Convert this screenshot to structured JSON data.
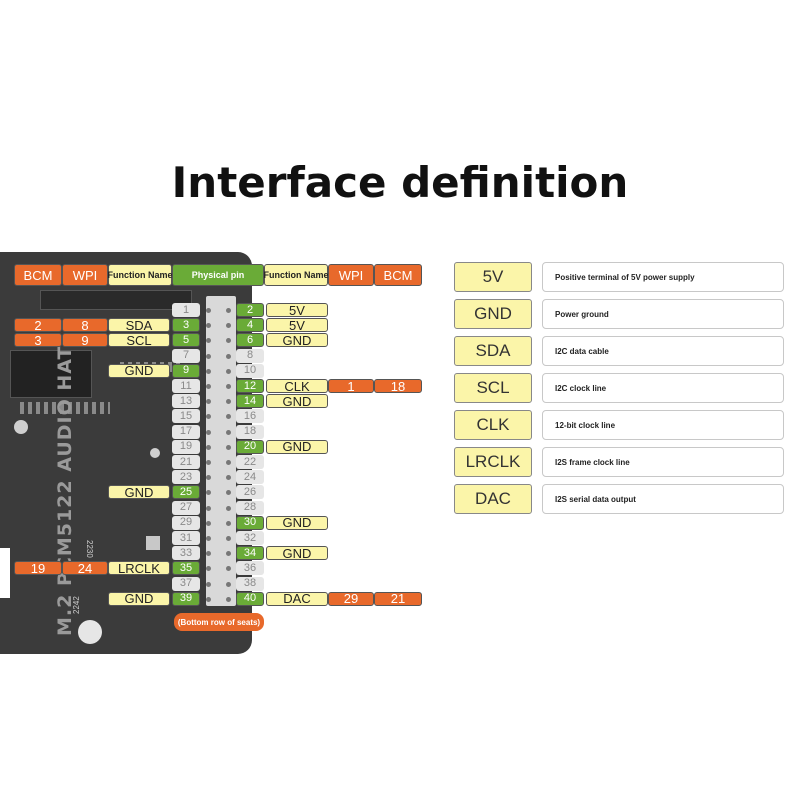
{
  "title": "Interface definition",
  "board_label": "M.2 PCM5122 AUDIO HAT",
  "board_codes": [
    "2230",
    "2242"
  ],
  "headers": {
    "left_bcm": "BCM",
    "left_wpi": "WPI",
    "left_function": "Function Name",
    "physical": "Physical pin",
    "right_function": "Function Name",
    "right_wpi": "WPI",
    "right_bcm": "BCM"
  },
  "pins": {
    "left": [
      {
        "pin": "1",
        "func": "",
        "wpi": "",
        "bcm": ""
      },
      {
        "pin": "3",
        "func": "SDA",
        "wpi": "8",
        "bcm": "2"
      },
      {
        "pin": "5",
        "func": "SCL",
        "wpi": "9",
        "bcm": "3"
      },
      {
        "pin": "7",
        "func": "",
        "wpi": "",
        "bcm": ""
      },
      {
        "pin": "9",
        "func": "GND",
        "wpi": "",
        "bcm": ""
      },
      {
        "pin": "11",
        "func": "",
        "wpi": "",
        "bcm": ""
      },
      {
        "pin": "13",
        "func": "",
        "wpi": "",
        "bcm": ""
      },
      {
        "pin": "15",
        "func": "",
        "wpi": "",
        "bcm": ""
      },
      {
        "pin": "17",
        "func": "",
        "wpi": "",
        "bcm": ""
      },
      {
        "pin": "19",
        "func": "",
        "wpi": "",
        "bcm": ""
      },
      {
        "pin": "21",
        "func": "",
        "wpi": "",
        "bcm": ""
      },
      {
        "pin": "23",
        "func": "",
        "wpi": "",
        "bcm": ""
      },
      {
        "pin": "25",
        "func": "GND",
        "wpi": "",
        "bcm": ""
      },
      {
        "pin": "27",
        "func": "",
        "wpi": "",
        "bcm": ""
      },
      {
        "pin": "29",
        "func": "",
        "wpi": "",
        "bcm": ""
      },
      {
        "pin": "31",
        "func": "",
        "wpi": "",
        "bcm": ""
      },
      {
        "pin": "33",
        "func": "",
        "wpi": "",
        "bcm": ""
      },
      {
        "pin": "35",
        "func": "LRCLK",
        "wpi": "24",
        "bcm": "19"
      },
      {
        "pin": "37",
        "func": "",
        "wpi": "",
        "bcm": ""
      },
      {
        "pin": "39",
        "func": "GND",
        "wpi": "",
        "bcm": ""
      }
    ],
    "right": [
      {
        "pin": "2",
        "func": "5V",
        "wpi": "",
        "bcm": ""
      },
      {
        "pin": "4",
        "func": "5V",
        "wpi": "",
        "bcm": ""
      },
      {
        "pin": "6",
        "func": "GND",
        "wpi": "",
        "bcm": ""
      },
      {
        "pin": "8",
        "func": "",
        "wpi": "",
        "bcm": ""
      },
      {
        "pin": "10",
        "func": "",
        "wpi": "",
        "bcm": ""
      },
      {
        "pin": "12",
        "func": "CLK",
        "wpi": "1",
        "bcm": "18"
      },
      {
        "pin": "14",
        "func": "GND",
        "wpi": "",
        "bcm": ""
      },
      {
        "pin": "16",
        "func": "",
        "wpi": "",
        "bcm": ""
      },
      {
        "pin": "18",
        "func": "",
        "wpi": "",
        "bcm": ""
      },
      {
        "pin": "20",
        "func": "GND",
        "wpi": "",
        "bcm": ""
      },
      {
        "pin": "22",
        "func": "",
        "wpi": "",
        "bcm": ""
      },
      {
        "pin": "24",
        "func": "",
        "wpi": "",
        "bcm": ""
      },
      {
        "pin": "26",
        "func": "",
        "wpi": "",
        "bcm": ""
      },
      {
        "pin": "28",
        "func": "",
        "wpi": "",
        "bcm": ""
      },
      {
        "pin": "30",
        "func": "GND",
        "wpi": "",
        "bcm": ""
      },
      {
        "pin": "32",
        "func": "",
        "wpi": "",
        "bcm": ""
      },
      {
        "pin": "34",
        "func": "GND",
        "wpi": "",
        "bcm": ""
      },
      {
        "pin": "36",
        "func": "",
        "wpi": "",
        "bcm": ""
      },
      {
        "pin": "38",
        "func": "",
        "wpi": "",
        "bcm": ""
      },
      {
        "pin": "40",
        "func": "DAC",
        "wpi": "29",
        "bcm": "21"
      }
    ]
  },
  "bottom_label": "(Bottom row of seats)",
  "legend": [
    {
      "key": "5V",
      "desc": "Positive terminal of 5V power supply"
    },
    {
      "key": "GND",
      "desc": "Power ground"
    },
    {
      "key": "SDA",
      "desc": "I2C data cable"
    },
    {
      "key": "SCL",
      "desc": "I2C clock line"
    },
    {
      "key": "CLK",
      "desc": "12-bit clock line"
    },
    {
      "key": "LRCLK",
      "desc": "I2S frame clock line"
    },
    {
      "key": "DAC",
      "desc": "I2S serial data output"
    }
  ],
  "colors": {
    "bcm_wpi": "#e8692b",
    "function": "#fbf5a9",
    "physical_pin": "#6aab37",
    "unused_pin": "#e6e6e6",
    "board": "#3b3b3b"
  }
}
